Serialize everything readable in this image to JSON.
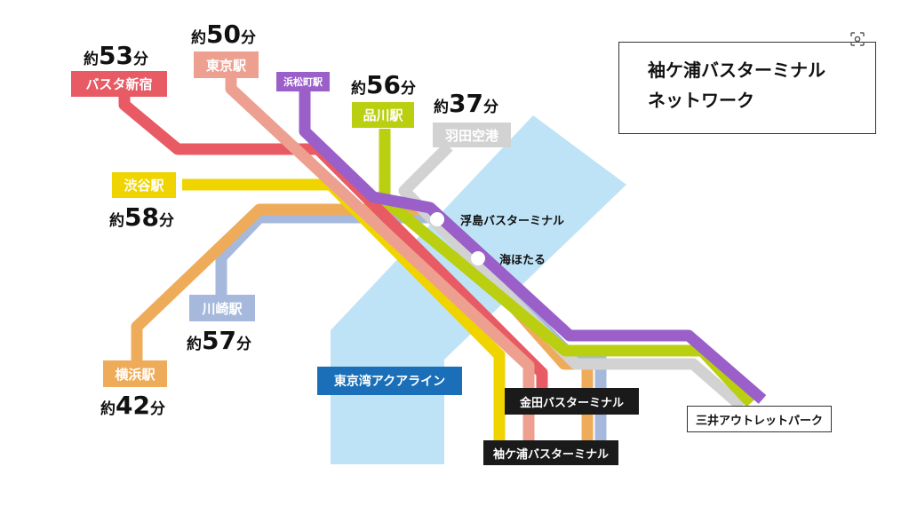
{
  "title": {
    "line1": "袖ケ浦バスターミナル",
    "line2": "ネットワーク"
  },
  "bridge_label": "東京湾アクアライン",
  "colors": {
    "water": "#bfe3f6",
    "bus_shinjuku": "#e85a64",
    "tokyo_sta": "#eda090",
    "hamamatsucho": "#9a5fc8",
    "shinagawa": "#b9cf10",
    "haneda": "#d2d2d2",
    "shibuya": "#efd400",
    "kawasaki": "#a6b9dc",
    "yokohama": "#eeac5a",
    "aqualine_box": "#1a6fb8"
  },
  "routes": [
    {
      "id": "bus_shinjuku",
      "label": "バスタ新宿",
      "time_prefix": "約",
      "time_value": "53",
      "time_suffix": "分"
    },
    {
      "id": "tokyo_sta",
      "label": "東京駅",
      "time_prefix": "約",
      "time_value": "50",
      "time_suffix": "分"
    },
    {
      "id": "hamamatsucho",
      "label": "浜松町駅"
    },
    {
      "id": "shinagawa",
      "label": "品川駅",
      "time_prefix": "約",
      "time_value": "56",
      "time_suffix": "分"
    },
    {
      "id": "haneda",
      "label": "羽田空港",
      "time_prefix": "約",
      "time_value": "37",
      "time_suffix": "分"
    },
    {
      "id": "shibuya",
      "label": "渋谷駅",
      "time_prefix": "約",
      "time_value": "58",
      "time_suffix": "分"
    },
    {
      "id": "kawasaki",
      "label": "川崎駅",
      "time_prefix": "約",
      "time_value": "57",
      "time_suffix": "分"
    },
    {
      "id": "yokohama",
      "label": "横浜駅",
      "time_prefix": "約",
      "time_value": "42",
      "time_suffix": "分"
    }
  ],
  "stops": {
    "ukishima": "浮島バスターミナル",
    "umihotaru": "海ほたる"
  },
  "terminals": {
    "kaneda": "金田バスターミナル",
    "sodegaura": "袖ケ浦バスターミナル",
    "mitsui": "三井アウトレットパーク"
  },
  "icons": {
    "lens": "lens-search-icon"
  }
}
